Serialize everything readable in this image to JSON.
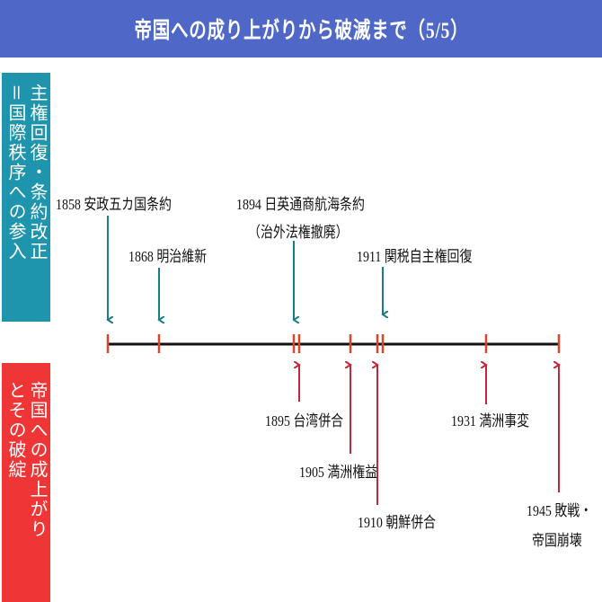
{
  "title": "帝国への成り上がりから破滅まで（5/5）",
  "colors": {
    "header": "#4f67c6",
    "teal": "#1f94ad",
    "red": "#ef3535",
    "tick": "#d9442a",
    "up_arrow": "#c0283a",
    "down_arrow": "#1a7d86"
  },
  "sidebar_top": {
    "col1": "主権回復・条約改正",
    "col2": "＝国際秩序への参入"
  },
  "sidebar_bottom": {
    "col1": "帝国への成上がり",
    "col2": "とその破綻"
  },
  "events_top": [
    {
      "text": "1858 安政五カ国条約"
    },
    {
      "text": "1868 明治維新"
    },
    {
      "text": "1894 日英通商航海条約",
      "sub": "（治外法権撤廃）"
    },
    {
      "text": "1911 関税自主権回復"
    }
  ],
  "events_bottom": [
    {
      "text": "1895 台湾併合"
    },
    {
      "text": "1905 満洲権益"
    },
    {
      "text": "1910 朝鮮併合"
    },
    {
      "text": "1931 満洲事変"
    },
    {
      "text": "1945 敗戦・",
      "sub": "帝国崩壊"
    }
  ]
}
